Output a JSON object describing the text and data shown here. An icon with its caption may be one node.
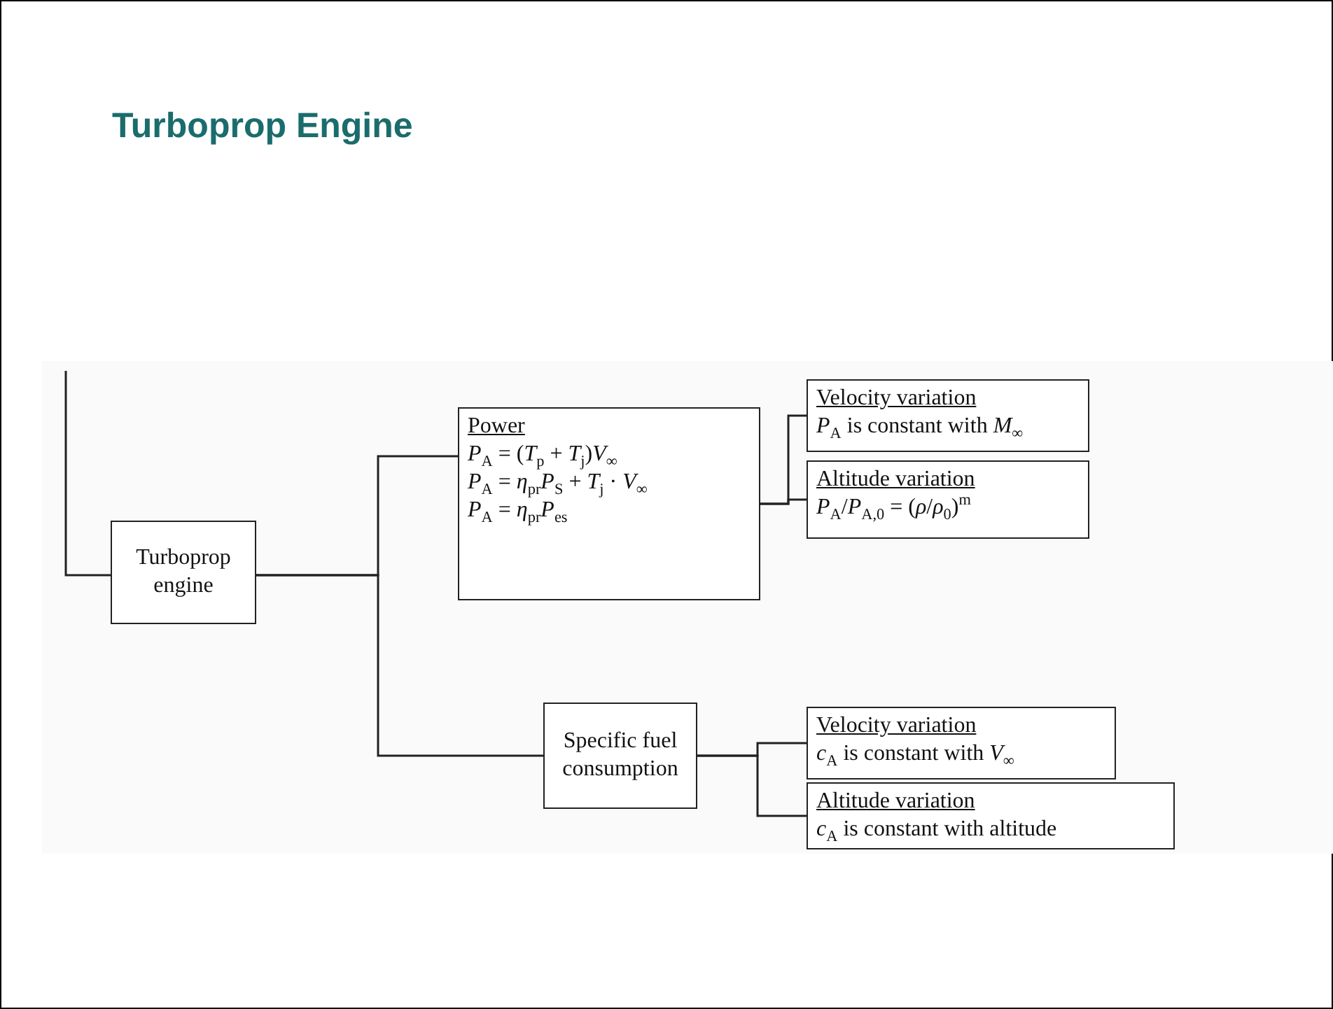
{
  "diagram": {
    "title": "Turboprop Engine",
    "nodes": [
      {
        "text": [
          "Turboprop engine"
        ]
      },
      {
        "text": [
          "Power",
          "*P*$_{A}$ = (*T*$_{p}$ + *T*$_{j}$)*V*$_{∞}$",
          "*P*$_{A}$ = *η*$_{pr}$*P*$_{S}$ + *T*$_{j}$ · *V*$_{∞}$",
          "*P*$_{A}$ = *η*$_{pr}$*P*$_{es}$"
        ]
      },
      {
        "text": [
          "Velocity variation",
          "*P*$_{A}$ is constant with *M*$_{∞}$"
        ]
      },
      {
        "text": [
          "Altitude variation",
          "*P*$_{A}$/*P*$_{A,0}$ = (*ρ*/*ρ*$_{0}$)$^{m}$"
        ]
      },
      {
        "text": [
          "Specific fuel consumption"
        ]
      },
      {
        "text": [
          "Velocity variation",
          "*c*$_{A}$ is constant with *V*$_{∞}$"
        ]
      },
      {
        "text": [
          "Altitude variation",
          "*c*$_{A}$ is constant with altitude"
        ]
      }
    ],
    "edges": [
      {
        "from": null,
        "to": 0,
        "arrow": "none"
      },
      {
        "from": 0,
        "to": 1,
        "arrow": "none"
      },
      {
        "from": 0,
        "to": 4,
        "arrow": "none"
      },
      {
        "from": 1,
        "to": 2,
        "arrow": "none"
      },
      {
        "from": 1,
        "to": 3,
        "arrow": "none"
      },
      {
        "from": 4,
        "to": 5,
        "arrow": "none"
      },
      {
        "from": 4,
        "to": 6,
        "arrow": "none"
      }
    ]
  }
}
